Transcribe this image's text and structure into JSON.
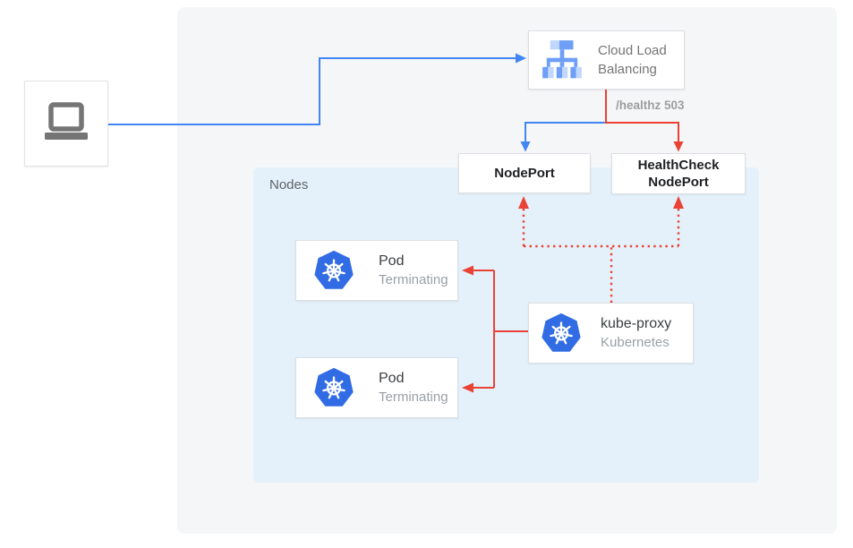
{
  "diagram": {
    "client": {
      "icon": "laptop"
    },
    "cloud_load_balancing": {
      "label": "Cloud Load Balancing",
      "icon": "cloud-load-balancing"
    },
    "healthz_label": "/healthz 503",
    "nodeport": {
      "label": "NodePort"
    },
    "healthcheck_nodeport": {
      "label": "HealthCheck NodePort"
    },
    "nodes_panel": {
      "label": "Nodes"
    },
    "pods": [
      {
        "title": "Pod",
        "status": "Terminating"
      },
      {
        "title": "Pod",
        "status": "Terminating"
      }
    ],
    "kube_proxy": {
      "title": "kube-proxy",
      "subtitle": "Kubernetes"
    }
  },
  "colors": {
    "arrow_blue": "#4285f4",
    "arrow_red": "#ea4335",
    "kubernetes_blue": "#326ce5",
    "lb_icon_blue": "#6f9ef7",
    "lb_icon_light_blue": "#c1d8fc",
    "laptop_gray": "#757575",
    "panel_gray": "#f5f6f7",
    "nodes_panel_blue": "#e4f1fb",
    "card_border": "#dcdfe3",
    "port_text": "#202124",
    "muted_text": "#9aa0a6"
  }
}
